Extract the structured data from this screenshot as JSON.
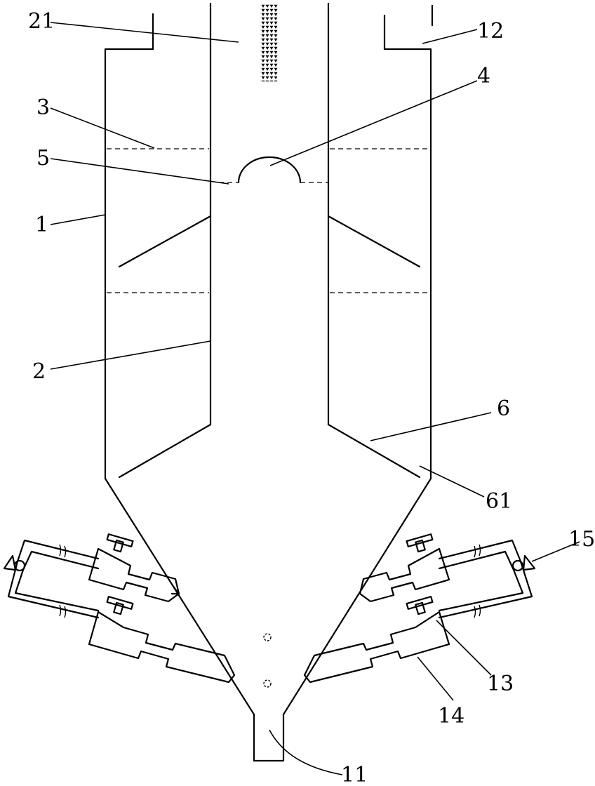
{
  "labels": {
    "l21": "21",
    "l12": "12",
    "l4": "4",
    "l3": "3",
    "l5": "5",
    "l1": "1",
    "l2": "2",
    "l6": "6",
    "l61": "61",
    "l15": "15",
    "l13": "13",
    "l14": "14",
    "l11": "11"
  }
}
